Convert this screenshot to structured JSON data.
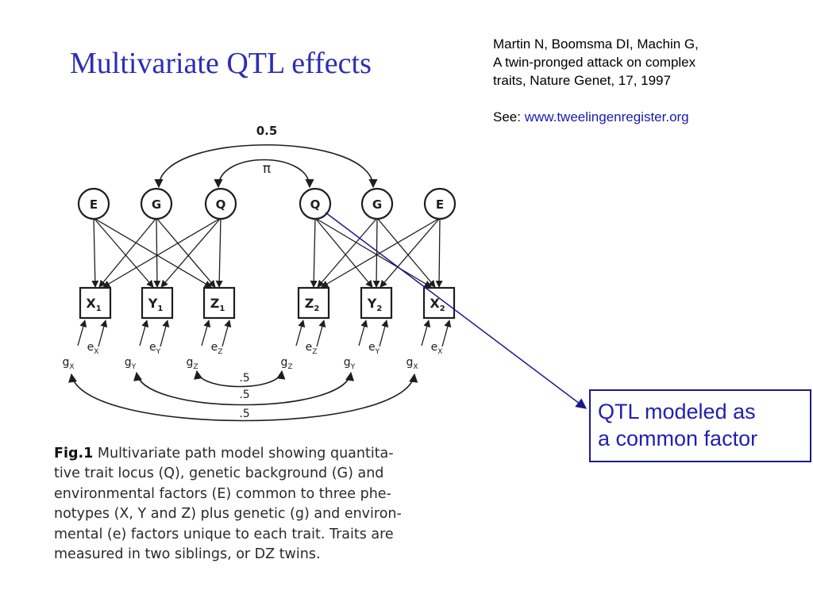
{
  "slide": {
    "title": "Multivariate QTL effects"
  },
  "reference": {
    "line1": "Martin N, Boomsma DI, Machin G,",
    "line2": "A twin-pronged attack on complex",
    "line3": "traits, Nature Genet, 17, 1997",
    "see_label": "See: ",
    "link_text": "www.tweelingenregister.org"
  },
  "diagram": {
    "latent_nodes": [
      "E",
      "G",
      "Q",
      "Q",
      "G",
      "E"
    ],
    "trait_nodes": [
      {
        "main": "X",
        "sub": "1"
      },
      {
        "main": "Y",
        "sub": "1"
      },
      {
        "main": "Z",
        "sub": "1"
      },
      {
        "main": "Z",
        "sub": "2"
      },
      {
        "main": "Y",
        "sub": "2"
      },
      {
        "main": "X",
        "sub": "2"
      }
    ],
    "residual_e_labels": [
      {
        "main": "e",
        "sub": "X"
      },
      {
        "main": "e",
        "sub": "Y"
      },
      {
        "main": "e",
        "sub": "Z"
      },
      {
        "main": "e",
        "sub": "Z"
      },
      {
        "main": "e",
        "sub": "Y"
      },
      {
        "main": "e",
        "sub": "X"
      }
    ],
    "residual_g_labels": [
      {
        "main": "g",
        "sub": "X"
      },
      {
        "main": "g",
        "sub": "Y"
      },
      {
        "main": "g",
        "sub": "Z"
      },
      {
        "main": "g",
        "sub": "Z"
      },
      {
        "main": "g",
        "sub": "Y"
      },
      {
        "main": "g",
        "sub": "X"
      }
    ],
    "g_correlation_label": "0.5",
    "q_correlation_label": "π",
    "residual_correlation_labels": [
      ".5",
      ".5",
      ".5"
    ]
  },
  "callout": {
    "line1": "QTL modeled as",
    "line2": "a common factor",
    "color": "#2020b0",
    "border_color": "#1a1a8c"
  },
  "caption": {
    "fig_label": "Fig.1",
    "lines": [
      " Multivariate path model showing quantita-",
      "tive trait locus (Q), genetic background (G) and",
      "environmental factors (E) common to three phe-",
      "notypes (X, Y and Z) plus genetic (g) and environ-",
      "mental (e) factors unique to each trait. Traits are",
      "measured in two siblings, or DZ twins."
    ]
  }
}
